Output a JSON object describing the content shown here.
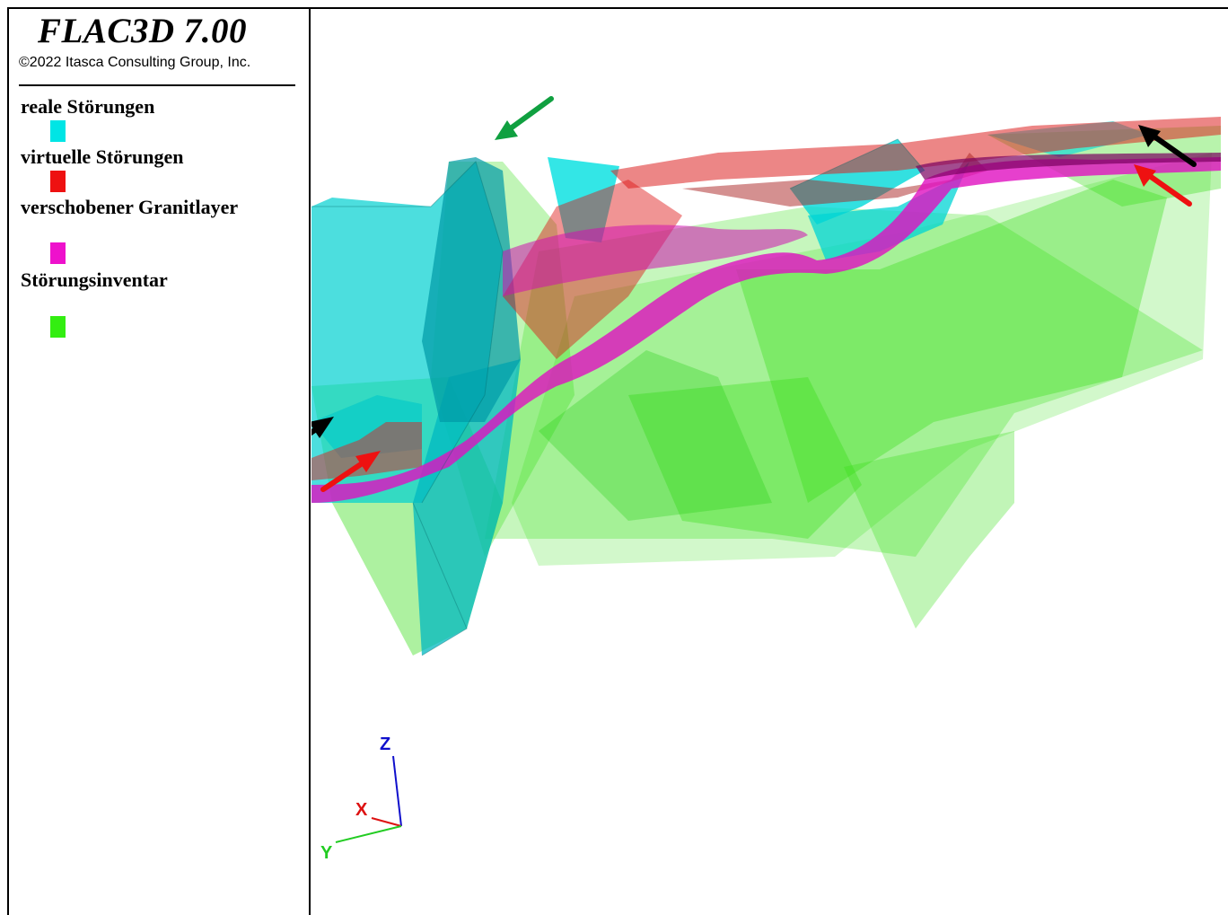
{
  "app": {
    "title": "FLAC3D 7.00",
    "copyright": "©2022 Itasca Consulting Group, Inc."
  },
  "legend": {
    "items": [
      {
        "label": "reale Störungen",
        "color": "#00e5e5"
      },
      {
        "label": "virtuelle Störungen",
        "color": "#ee1111"
      },
      {
        "label": "verschobener Granitlayer",
        "color": "#ee11cc"
      },
      {
        "label": "Störungsinventar",
        "color": "#33ee11"
      }
    ]
  },
  "axes": {
    "z_label": "Z",
    "x_label": "X",
    "y_label": "Y",
    "z_color": "#1010cc",
    "x_color": "#dd1111",
    "y_color": "#22cc22"
  },
  "annotations": {
    "arrow_colors": [
      "#000000",
      "#ee1111",
      "#10a040"
    ]
  }
}
